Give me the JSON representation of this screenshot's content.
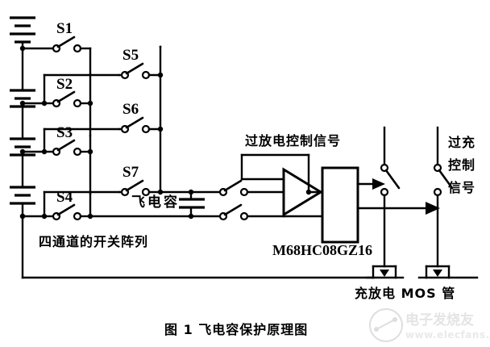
{
  "figure": {
    "caption": "图 1  飞电容保护原理图",
    "title_cn": "飞电容保护原理图",
    "number_label": "图 1"
  },
  "colors": {
    "ink": "#000000",
    "background": "#ffffff",
    "watermark": "#dddddd"
  },
  "switches": {
    "cell_switches": [
      {
        "id": "S1",
        "label": "S1"
      },
      {
        "id": "S2",
        "label": "S2"
      },
      {
        "id": "S3",
        "label": "S3"
      },
      {
        "id": "S4",
        "label": "S4"
      }
    ],
    "bus_switches": [
      {
        "id": "S5",
        "label": "S5"
      },
      {
        "id": "S6",
        "label": "S6"
      },
      {
        "id": "S7",
        "label": "S7"
      }
    ]
  },
  "labels": {
    "switch_array": "四通道的开关阵列",
    "flying_capacitor": "飞电容",
    "over_discharge_signal": "过放电控制信号",
    "over_charge_signal_lines": [
      "过充",
      "控制",
      "信号"
    ],
    "over_charge_signal": "过充控制信号",
    "mcu": "M68HC08GZ16",
    "mosfet": "充放电 MOS 管"
  },
  "components": {
    "battery_cells": 4,
    "opamp": "comparator",
    "mcu_part": "M68HC08GZ16",
    "mosfets": 2
  },
  "watermark": {
    "brand": "电子发烧友",
    "url": "www.elecfans.com"
  }
}
